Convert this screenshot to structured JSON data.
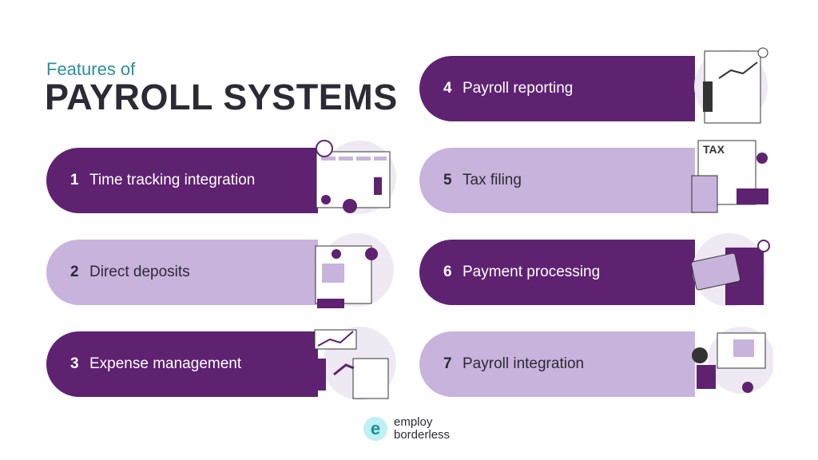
{
  "header": {
    "subtitle": "Features of",
    "title": "PAYROLL SYSTEMS"
  },
  "features": [
    {
      "num": "1",
      "label": "Time tracking integration"
    },
    {
      "num": "2",
      "label": "Direct deposits"
    },
    {
      "num": "3",
      "label": "Expense management"
    },
    {
      "num": "4",
      "label": "Payroll reporting"
    },
    {
      "num": "5",
      "label": "Tax filing"
    },
    {
      "num": "6",
      "label": "Payment processing"
    },
    {
      "num": "7",
      "label": "Payroll integration"
    }
  ],
  "illustrations": {
    "tax_label": "TAX"
  },
  "logo": {
    "mark": "e",
    "line1": "employ",
    "line2": "borderless"
  },
  "colors": {
    "dark": "#5e2271",
    "light": "#c8b3dd",
    "accent": "#2a8f9c"
  }
}
